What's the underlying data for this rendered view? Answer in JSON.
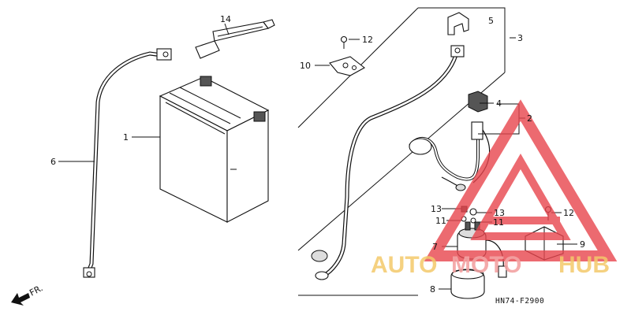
{
  "diagram": {
    "callouts": [
      {
        "id": "c1",
        "text": "1"
      },
      {
        "id": "c2",
        "text": "2"
      },
      {
        "id": "c3",
        "text": "3"
      },
      {
        "id": "c4",
        "text": "4"
      },
      {
        "id": "c5",
        "text": "5"
      },
      {
        "id": "c6",
        "text": "6"
      },
      {
        "id": "c7",
        "text": "7"
      },
      {
        "id": "c8",
        "text": "8"
      },
      {
        "id": "c9",
        "text": "9"
      },
      {
        "id": "c10",
        "text": "10"
      },
      {
        "id": "c11a",
        "text": "11"
      },
      {
        "id": "c11b",
        "text": "11"
      },
      {
        "id": "c12a",
        "text": "12"
      },
      {
        "id": "c12b",
        "text": "12"
      },
      {
        "id": "c13a",
        "text": "13"
      },
      {
        "id": "c13b",
        "text": "13"
      },
      {
        "id": "c14",
        "text": "14"
      }
    ],
    "front_marker": "FR.",
    "figure_code": "HN74-F2900",
    "watermark": {
      "part_a": "AUTO",
      "part_b": "MOTO",
      "part_c": "HUB",
      "logo_color": "#e8454d",
      "text_color_a": "#f4c96b",
      "text_color_b": "#f3a3a3"
    }
  }
}
